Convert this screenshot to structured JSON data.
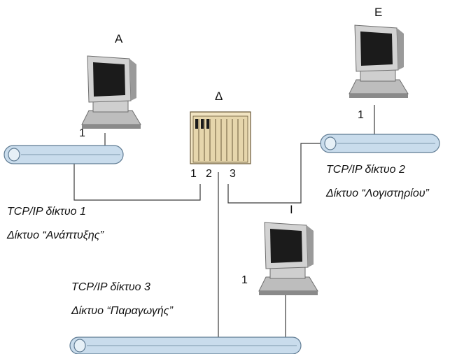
{
  "colors": {
    "line": "#3a3a3a",
    "cable_fill": "#c9dcec",
    "cable_stroke": "#5f7b93",
    "pc_body": "#c9c9c9",
    "pc_shadow": "#7d7d7d",
    "screen": "#1b1b1b",
    "router_fill": "#f1e4c2",
    "router_stroke": "#6b5a3a"
  },
  "nodes": {
    "A": {
      "label": "A",
      "port": "1",
      "icon": "computer-icon"
    },
    "E": {
      "label": "E",
      "port": "1",
      "icon": "computer-icon"
    },
    "I": {
      "label": "I",
      "port": "1",
      "icon": "computer-icon"
    },
    "router": {
      "label": "Δ",
      "ports": [
        "1",
        "2",
        "3"
      ],
      "icon": "router-icon"
    }
  },
  "networks": [
    {
      "id": "net1",
      "name": "TCP/IP δίκτυο 1",
      "desc": "Δίκτυο “Ανάπτυξης”"
    },
    {
      "id": "net2",
      "name": "TCP/IP δίκτυο 2",
      "desc": "Δίκτυο “Λογιστηρίου”"
    },
    {
      "id": "net3",
      "name": "TCP/IP δίκτυο 3",
      "desc": "Δίκτυο “Παραγωγής”"
    }
  ]
}
